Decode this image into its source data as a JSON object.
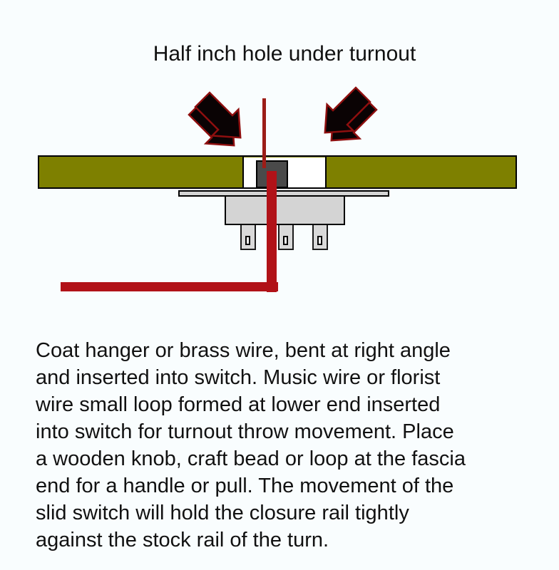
{
  "title": "Half inch hole under turnout",
  "caption": {
    "lines": [
      "Coat hanger or brass wire, bent at right angle",
      "and inserted into switch. Music wire or florist",
      "wire small loop formed at lower end inserted",
      "into switch for turnout throw movement. Place",
      "a wooden knob, craft bead or loop at the fascia",
      "end for a handle or pull. The movement of the",
      "slid switch will hold the closure rail tightly",
      "against the stock rail of the turn."
    ]
  },
  "icons": {
    "left_arrow": "arrow-pointing-down-right-icon",
    "right_arrow": "arrow-pointing-down-left-icon"
  },
  "colors": {
    "background": "#f9fdfe",
    "hole_white": "#ffffff",
    "board_olive": "#7e8000",
    "board_border": "#000000",
    "knob_gray": "#4a4a4a",
    "metal_gray": "#d4d4d4",
    "lug_gray": "#d9d9d9",
    "wire_red": "#b11218",
    "rod_red": "#9c1d18",
    "arrow_fill": "#0a0304",
    "arrow_outline": "#8e0f0f",
    "text": "#111111"
  }
}
